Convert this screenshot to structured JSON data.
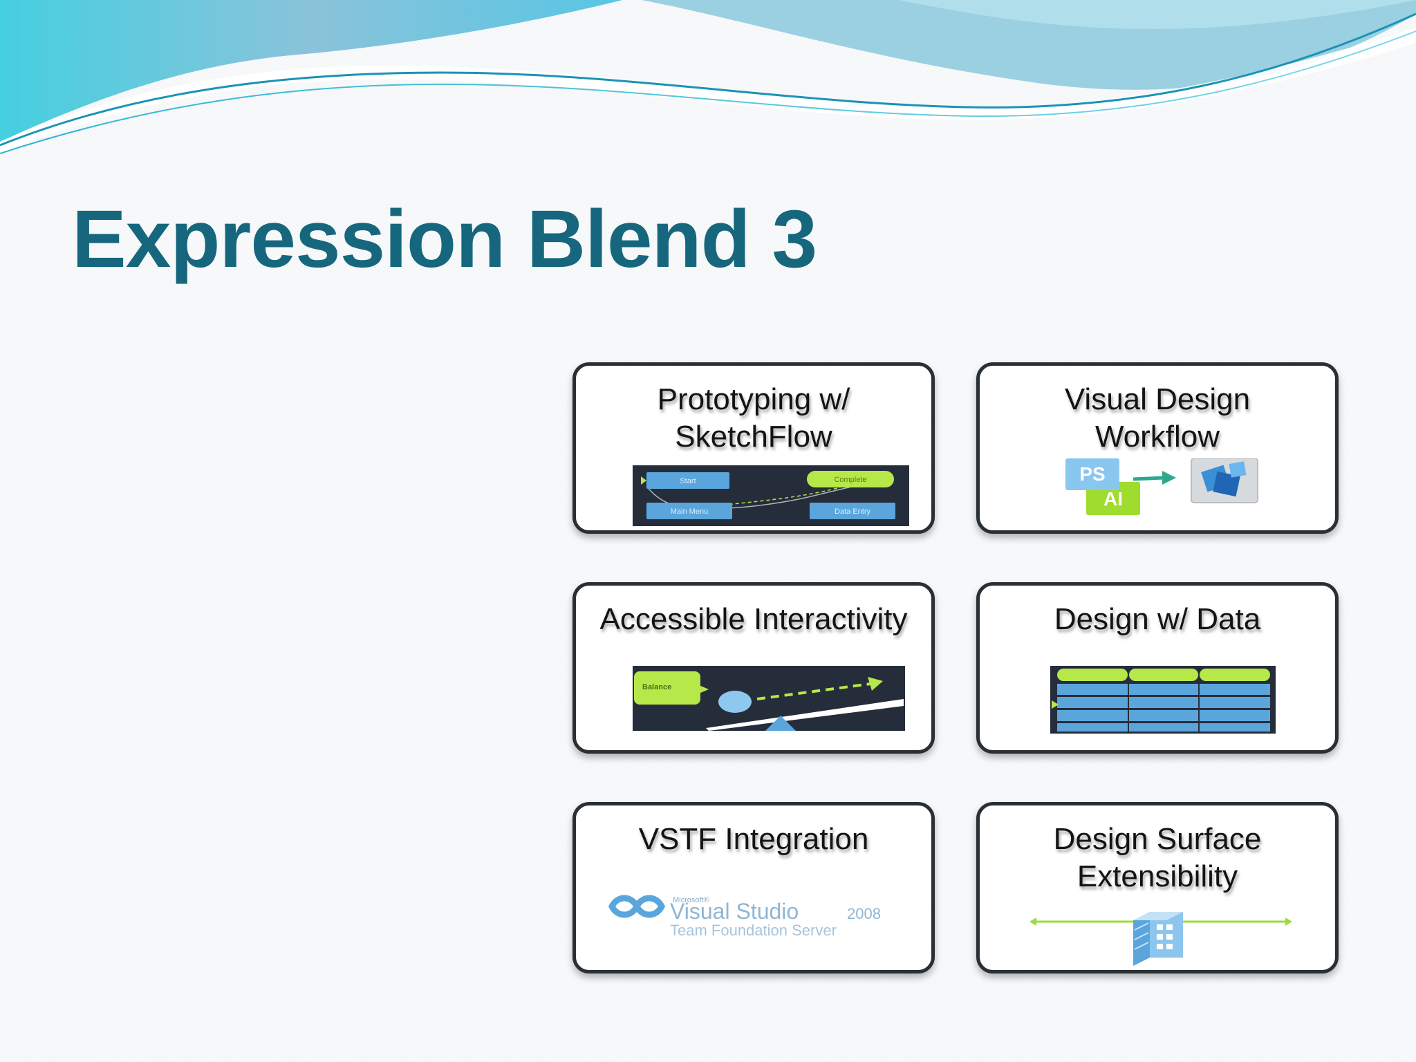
{
  "slide": {
    "title": "Expression Blend 3"
  },
  "cards": [
    {
      "id": "prototyping",
      "title_lines": [
        "Prototyping w/",
        "SketchFlow"
      ],
      "image_labels": [
        "Start",
        "Complete",
        "Main Menu",
        "Data Entry"
      ]
    },
    {
      "id": "visual-design",
      "title_lines": [
        "Visual Design",
        "Workflow"
      ],
      "image_labels": [
        "PS",
        "AI"
      ]
    },
    {
      "id": "accessible",
      "title_lines": [
        "Accessible Interactivity"
      ],
      "image_labels": [
        "Balance"
      ]
    },
    {
      "id": "data",
      "title_lines": [
        "Design w/ Data"
      ]
    },
    {
      "id": "vstf",
      "title_lines": [
        "VSTF Integration"
      ],
      "image_labels": [
        "Microsoft®",
        "Visual Studio",
        "2008",
        "Team Foundation Server"
      ]
    },
    {
      "id": "surface",
      "title_lines": [
        "Design Surface",
        "Extensibility"
      ]
    }
  ],
  "colors": {
    "title": "#16677e",
    "card_border": "#2a2f33",
    "diagram_bg": "#262d3a",
    "accent_green": "#b6e84a",
    "accent_blue": "#5aa6dc"
  }
}
